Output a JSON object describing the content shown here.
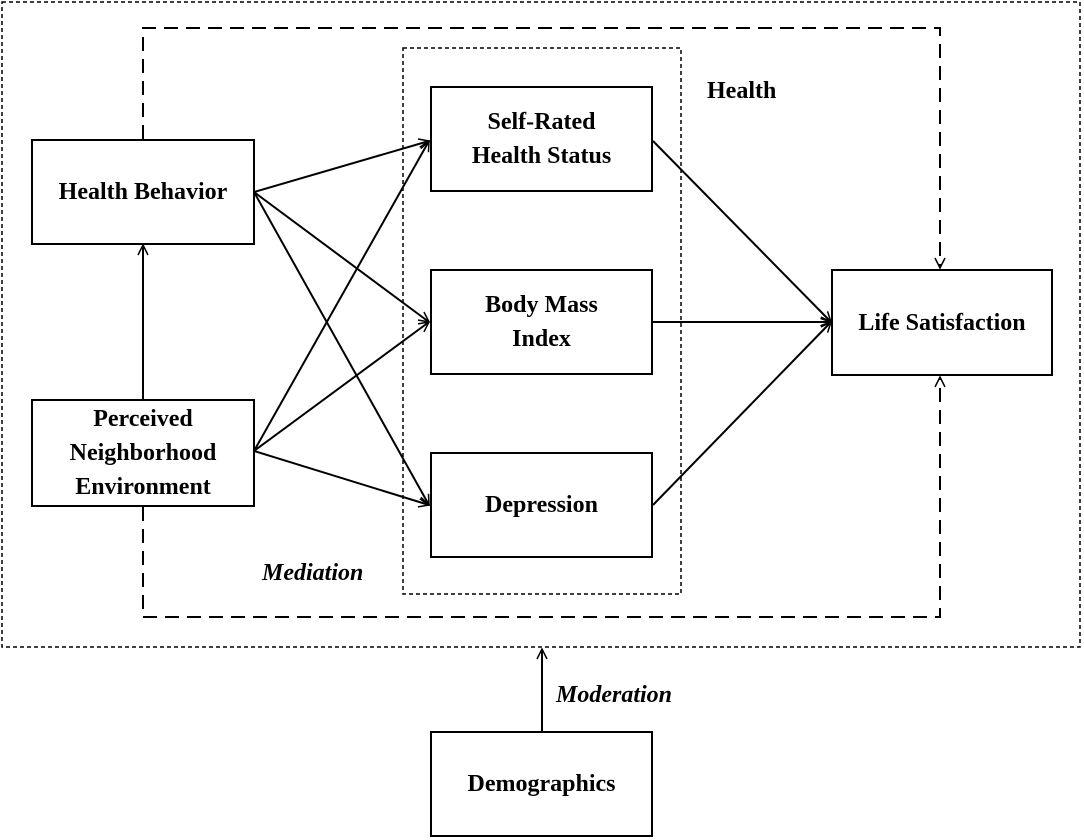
{
  "nodes": {
    "health_behavior": "Health Behavior",
    "perceived_environment": "Perceived\nNeighborhood\nEnvironment",
    "self_rated_health": "Self-Rated\nHealth Status",
    "bmi": "Body Mass\nIndex",
    "depression": "Depression",
    "life_satisfaction": "Life Satisfaction",
    "demographics": "Demographics"
  },
  "labels": {
    "health": "Health",
    "mediation": "Mediation",
    "moderation": "Moderation"
  }
}
